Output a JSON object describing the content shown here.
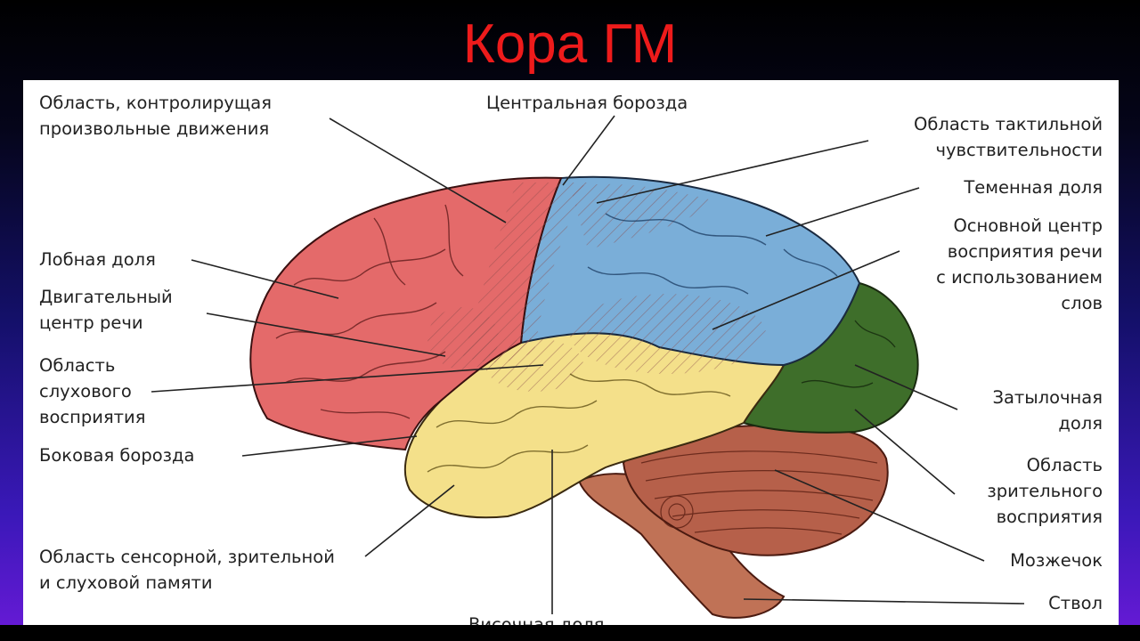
{
  "title": "Кора ГМ",
  "colors": {
    "frontal": "#e46a6a",
    "parietal": "#7aaed8",
    "temporal": "#f4e08a",
    "occipital": "#3e6e2a",
    "cerebellum": "#b6604a",
    "stem": "#c07256",
    "title": "#ee1b1b"
  },
  "labels": {
    "voluntary_movement": "Область, контролирущая\nпроизвольные движения",
    "central_sulcus": "Центральная борозда",
    "tactile": "Область тактильной\nчувствительности",
    "parietal_lobe": "Теменная доля",
    "speech_center": "Основной центр\nвосприятия речи\nс использованием\nслов",
    "frontal_lobe": "Лобная доля",
    "motor_speech": "Двигательный\nцентр речи",
    "auditory": "Область\nслухового\nвосприятия",
    "lateral_sulcus": "Боковая борозда",
    "occipital_lobe": "Затылочная\nдоля",
    "visual": "Область\nзрительного\nвосприятия",
    "cerebellum": "Мозжечок",
    "memory": "Область сенсорной, зрительной\nи слуховой памяти",
    "stem": "Ствол",
    "temporal_lobe": "Височная доля"
  }
}
